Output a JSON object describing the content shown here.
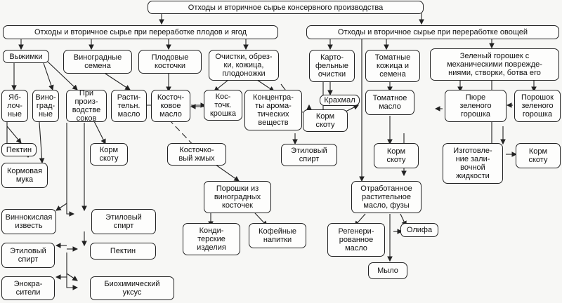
{
  "diagram": {
    "root": "Отходы и вторичное сырье консервного производства",
    "fruit_branch": "Отходы и вторичное сырье при переработке плодов и ягод",
    "veg_branch": "Отходы и вторичное сырье при переработке овощей",
    "vyzhimki": "Выжимки",
    "vinogradnye_semena": "Виноградные\nсемена",
    "plodovye_kostochki": "Плодовые\nкосточки",
    "ochistki": "Очистки, обрез-\nки, кожица,\nплодоножки",
    "yablochnye": "Яб-\nлоч-\nные",
    "vinogradnye": "Вино-\nград-\nные",
    "pri_proizvodstve": "При\nпроиз-\nводстве\nсоков",
    "rastitelnoe_maslo": "Расти-\nтельн.\nмасло",
    "kostochkovoe_maslo": "Косточ-\nковое\nмасло",
    "kostoch_kroshka": "Кос-\nточк.\nкрошка",
    "aromatic_concentrates": "Концентра-\nты арома-\nтических\nвеществ",
    "pektin_1": "Пектин",
    "kormovaya_muka": "Кормовая\nмука",
    "korm_skotu_1": "Корм\nскоту",
    "kostochkovy_zhmykh": "Косточко-\nвый жмых",
    "poroshki": "Порошки из\nвиноградных\nкосточек",
    "konditerskie": "Конди-\nтерские\nизделия",
    "kofeinye": "Кофейные\nнапитки",
    "vinnokislaya": "Виннокислая\nизвесть",
    "etilovy_spirt_1": "Этиловый\nспирт",
    "etilovy_spirt_2": "Этиловый\nспирт",
    "pektin_2": "Пектин",
    "enokrasiteli": "Энокра-\nсители",
    "biokhim_uksus": "Биохимический\nуксус",
    "kartofelnye": "Карто-\nфельные\nочистки",
    "krakhmal": "Крахмал",
    "korm_skotu_2": "Корм\nскоту",
    "etilovy_spirt_3": "Этиловый\nспирт",
    "tomatnye_kozhitsa": "Томатные\nкожица и\nсемена",
    "tomatnoe_maslo": "Томатное\nмасло",
    "korm_skotu_3": "Корм\nскоту",
    "zeleny_goroshek": "Зеленый горошек с\nмеханическими поврежде-\nниями, створки, ботва его",
    "pyure": "Пюре\nзеленого\nгорошка",
    "poroshok": "Порошок\nзеленого\nгорошка",
    "izgotovlenie": "Изготовле-\nние зали-\nвочной\nжидкости",
    "korm_skotu_4": "Корм\nскоту",
    "otrabotannoe": "Отработанное\nрастительное\nмасло, фузы",
    "regenerirovannoe": "Регенери-\nрованное\nмасло",
    "olifa": "Олифа",
    "mylo": "Мыло"
  }
}
